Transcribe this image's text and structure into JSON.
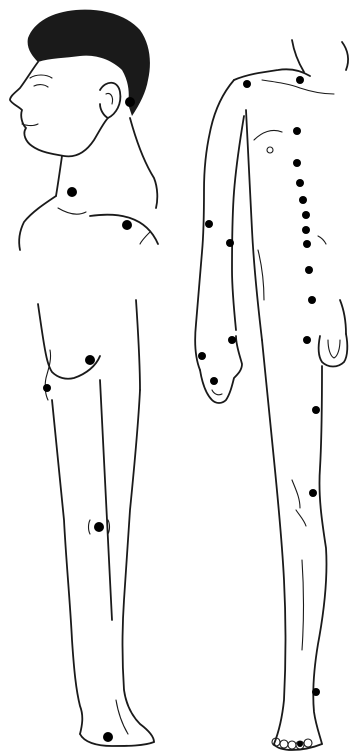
{
  "colors": {
    "ink": "#1a1a1a",
    "point": "#000000",
    "background": "#ffffff"
  },
  "figures": {
    "left": {
      "name": "side-view-figure",
      "view": "lateral"
    },
    "right": {
      "name": "front-view-figure",
      "view": "anterior"
    }
  },
  "points": {
    "left_figure_count": 7,
    "right_figure_count": 21
  }
}
